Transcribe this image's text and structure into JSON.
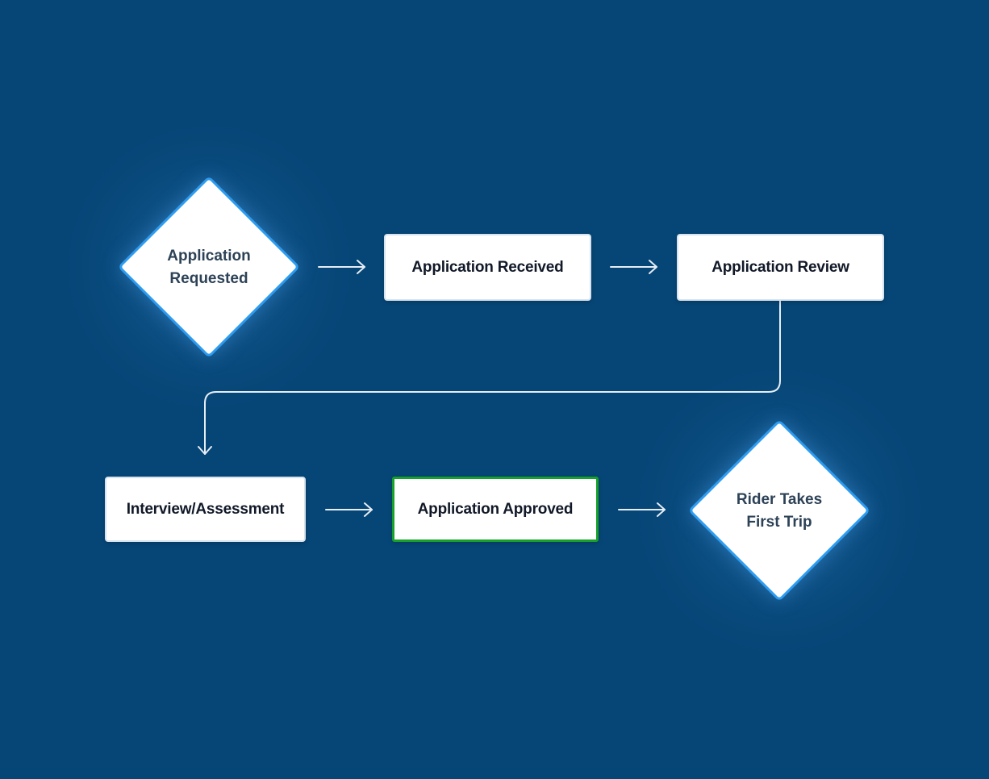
{
  "diagram": {
    "colors": {
      "background": "#064677",
      "box_fill": "#ffffff",
      "diamond_border": "#2e9cf0",
      "approved_border": "#18a12a",
      "connector": "#e6edf4"
    },
    "nodes": {
      "requested": {
        "label": "Application\nRequested",
        "shape": "diamond"
      },
      "received": {
        "label": "Application Received",
        "shape": "box"
      },
      "review": {
        "label": "Application Review",
        "shape": "box"
      },
      "interview": {
        "label": "Interview/Assessment",
        "shape": "box"
      },
      "approved": {
        "label": "Application Approved",
        "shape": "box"
      },
      "first_trip": {
        "label": "Rider Takes\nFirst Trip",
        "shape": "diamond"
      }
    },
    "edges": [
      {
        "from": "requested",
        "to": "received"
      },
      {
        "from": "received",
        "to": "review"
      },
      {
        "from": "review",
        "to": "interview"
      },
      {
        "from": "interview",
        "to": "approved"
      },
      {
        "from": "approved",
        "to": "first_trip"
      }
    ]
  }
}
